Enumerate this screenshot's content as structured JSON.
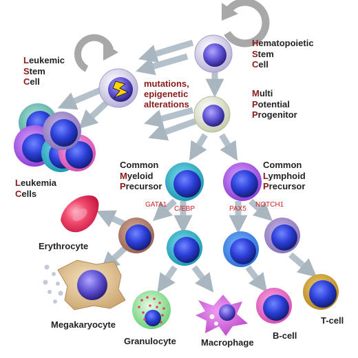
{
  "labels": {
    "hsc": [
      {
        "first": "H",
        "rest": "ematopoietic"
      },
      {
        "first": "S",
        "rest": "tem"
      },
      {
        "first": "C",
        "rest": "ell"
      }
    ],
    "mpp": [
      {
        "first": "M",
        "rest": "ulti"
      },
      {
        "first": "P",
        "rest": "otential"
      },
      {
        "first": "P",
        "rest": "rogenitor"
      }
    ],
    "lsc": [
      {
        "first": "L",
        "rest": "eukemic"
      },
      {
        "first": "S",
        "rest": "tem"
      },
      {
        "first": "C",
        "rest": "ell"
      }
    ],
    "cmp": [
      {
        "first": "",
        "rest": "Common"
      },
      {
        "first": "M",
        "rest": "yeloid"
      },
      {
        "first": "P",
        "rest": "recursor"
      }
    ],
    "clp": [
      {
        "first": "",
        "rest": "Common"
      },
      {
        "first": "L",
        "rest": "ymphoid"
      },
      {
        "first": "P",
        "rest": "recursor"
      }
    ],
    "leukemia": [
      {
        "first": "L",
        "rest": "eukemia"
      },
      {
        "first": "C",
        "rest": "ells"
      }
    ],
    "mutations": [
      "mutations,",
      "epigenetic",
      "alterations"
    ],
    "erythrocyte": "Erythrocyte",
    "megakaryocyte": "Megakaryocyte",
    "granulocyte": "Granulocyte",
    "macrophage": "Macrophage",
    "bcell": "B-cell",
    "tcell": "T-cell"
  },
  "factors": {
    "gata1": "GATA1",
    "cebp": "C/EBP",
    "pax5": "PAX5",
    "notch1": "NOTCH1"
  },
  "colors": {
    "accent_red": "#8b1a1a",
    "factor_red": "#cc2222",
    "arrow_gray": "#b7c3cc",
    "nucleus_blue": "#2a3fd6"
  },
  "icons": [
    "self-renewal-arrow-icon",
    "lightning-bolt-icon"
  ]
}
